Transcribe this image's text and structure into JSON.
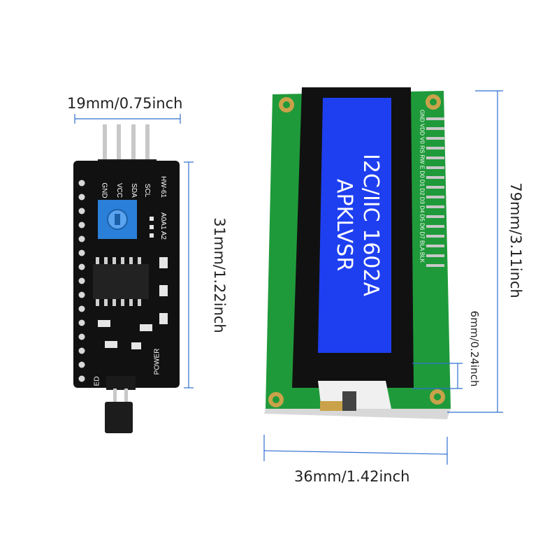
{
  "colors": {
    "dimension_line": "#2f6fd0",
    "pcb_black": "#111111",
    "pcb_green": "#1f9a3a",
    "lcd_blue": "#1e3ff0",
    "pot_blue": "#2a7fd8",
    "gold": "#c9a24a"
  },
  "dimensions": {
    "adapter_width": "19mm/0.75inch",
    "adapter_height": "31mm/1.22inch",
    "lcd_height": "79mm/3.11inch",
    "lcd_width": "36mm/1.42inch",
    "pin_height": "6mm/0.24inch"
  },
  "adapter": {
    "pin_labels": [
      "GND",
      "VCC",
      "SDA",
      "SCL"
    ],
    "model": "HW-61",
    "address_label": "A0A1 A2",
    "power_label": "POWER",
    "led_label": "ED"
  },
  "lcd": {
    "display_line1": "I2C/IIC 1602A",
    "display_line2": "APKLVSR",
    "header_pins": "GND VDD V0 RS RW E D0 D1 D2 D3 D4 D5 D6 D7 BLA BLK"
  }
}
